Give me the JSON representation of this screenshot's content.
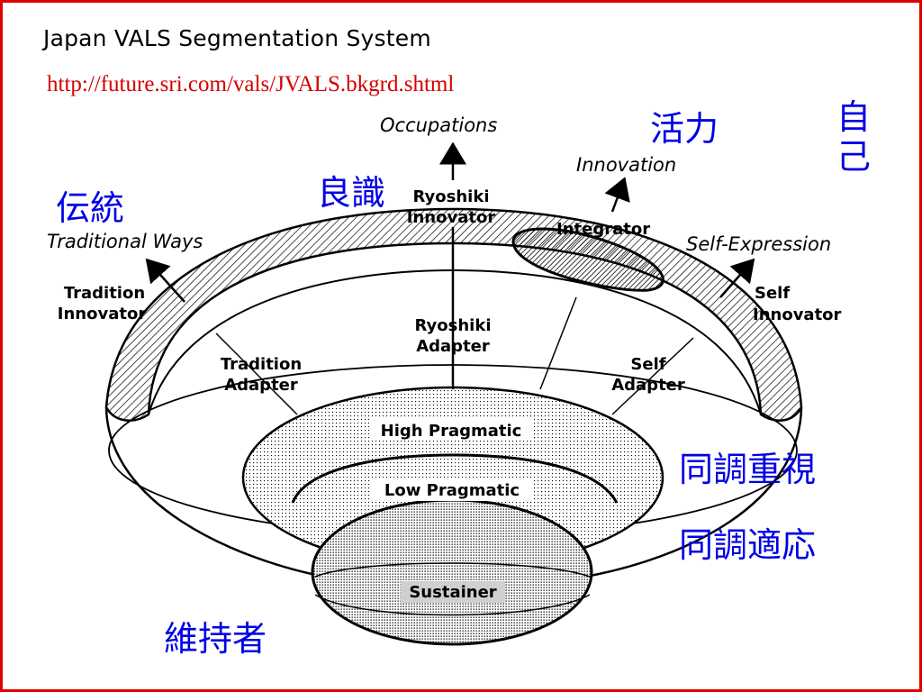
{
  "title": "Japan VALS Segmentation System",
  "url": "http://future.sri.com/vals/JVALS.bkgrd.shtml",
  "colors": {
    "frame": "#e00000",
    "url": "#d40000",
    "kanji": "#0000e6"
  },
  "kanji": {
    "vitality": "活力",
    "self_vertical": "自己",
    "conscience": "良識",
    "tradition": "伝統",
    "conformity_emphasis": "同調重視",
    "conformity_adaptation": "同調適応",
    "sustainer": "維持者"
  },
  "diagram": {
    "direction_labels": {
      "occupations": "Occupations",
      "innovation": "Innovation",
      "traditional_ways": "Traditional Ways",
      "self_expression": "Self-Expression"
    },
    "segments": {
      "ryoshiki_innovator": [
        "Ryoshiki",
        "Innovator"
      ],
      "integrator": "Integrator",
      "tradition_innovator": [
        "Tradition",
        "Innovator"
      ],
      "self_innovator": [
        "Self",
        "Innovator"
      ],
      "ryoshiki_adapter": [
        "Ryoshiki",
        "Adapter"
      ],
      "tradition_adapter": [
        "Tradition",
        "Adapter"
      ],
      "self_adapter": [
        "Self",
        "Adapter"
      ],
      "high_pragmatic": "High Pragmatic",
      "low_pragmatic": "Low Pragmatic",
      "sustainer": "Sustainer"
    }
  }
}
